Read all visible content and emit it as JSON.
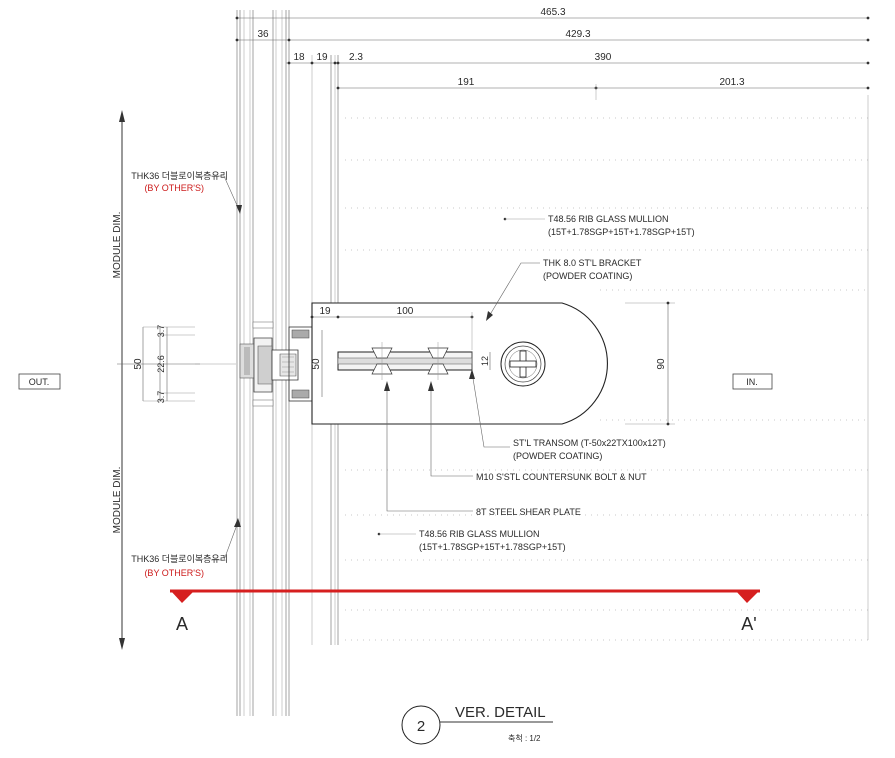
{
  "dimensions": {
    "overall": "465.3",
    "outer_36": "36",
    "inner_total": "429.3",
    "d18": "18",
    "d19": "19",
    "d2_3": "2.3",
    "d390": "390",
    "d191": "191",
    "d201_3": "201.3",
    "bracket_19": "19",
    "bracket_100": "100",
    "transom_12": "12",
    "bracket_90": "90",
    "joint_50": "50",
    "frame_50": "50",
    "stack_3_7_top": "3.7",
    "stack_22_6": "22.6",
    "stack_3_7_bottom": "3.7",
    "module_dim_top": "MODULE DIM.",
    "module_dim_bottom": "MODULE DIM."
  },
  "labels": {
    "out": "OUT.",
    "in": "IN.",
    "glass_top_line1": "THK36 더블로이복층유리",
    "glass_top_line2": "(BY OTHER'S)",
    "glass_bottom_line1": "THK36 더블로이복층유리",
    "glass_bottom_line2": "(BY OTHER'S)",
    "mullion_top_line1": "T48.56 RIB GLASS MULLION",
    "mullion_top_line2": "(15T+1.78SGP+15T+1.78SGP+15T)",
    "bracket_line1": "THK 8.0 ST'L BRACKET",
    "bracket_line2": "(POWDER COATING)",
    "transom_line1": "ST'L TRANSOM (T-50x22TX100x12T)",
    "transom_line2": "(POWDER COATING)",
    "bolt": "M10 S'STL COUNTERSUNK BOLT & NUT",
    "shear_plate": "8T STEEL SHEAR PLATE",
    "mullion_bottom_line1": "T48.56 RIB GLASS MULLION",
    "mullion_bottom_line2": "(15T+1.78SGP+15T+1.78SGP+15T)",
    "section_a": "A",
    "section_a_prime": "A'",
    "detail_number": "2",
    "detail_title": "VER. DETAIL",
    "scale": "축척 : 1/2"
  },
  "colors": {
    "section_line": "#d61f1f",
    "annotation_red": "#cc1a1a"
  }
}
